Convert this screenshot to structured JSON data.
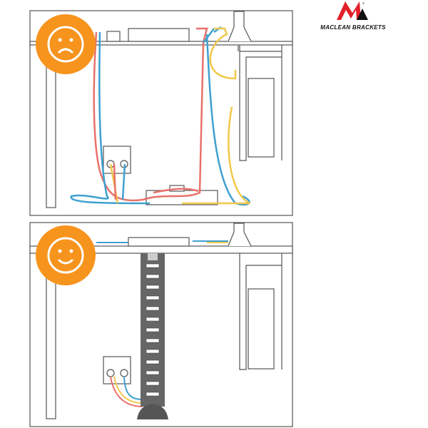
{
  "brand": {
    "name": "MACLEAN BRACKETS",
    "registered": "®"
  },
  "panels": [
    {
      "state": "before",
      "icon": "sad-face-icon",
      "accent": "#f7941d"
    },
    {
      "state": "after",
      "icon": "happy-face-icon",
      "accent": "#f7941d"
    }
  ],
  "colors": {
    "cable_red": "#e8706a",
    "cable_blue": "#3fa0d0",
    "cable_yellow": "#f0c84a",
    "spine": "#666666",
    "logo_red": "#e3202a"
  }
}
